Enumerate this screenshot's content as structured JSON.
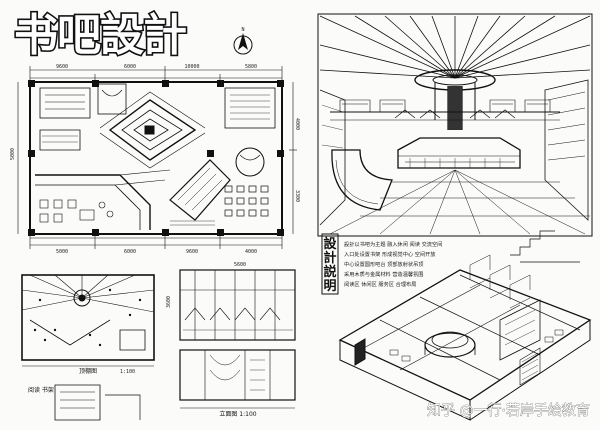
{
  "title": "书吧設計",
  "north_mark": "N",
  "floor_plan": {
    "dims_top": [
      "9600",
      "6000",
      "10000",
      "5800"
    ],
    "dims_bottom": [
      "5000",
      "6000",
      "9600",
      "4000"
    ],
    "dims_right": [
      "4000",
      "3300"
    ],
    "dims_left": [
      "5000"
    ]
  },
  "ceiling_plan": {
    "scale_label": "1:100",
    "caption": "顶棚图"
  },
  "section": {
    "dims": [
      "3600",
      "5600"
    ],
    "caption": "立面图 1:100"
  },
  "small_label": "阅读 书架",
  "design_notes": {
    "heading": "設計説明",
    "lines": [
      "設計以书吧为主题 融入休闲 阅读 交流空间",
      "入口处设置书架 形成视觉中心 空间开放",
      "中心设置圆形吧台 顶部放射状吊顶",
      "采用木质与金属材料 营造温馨氛围",
      "阅读区 休闲区 服务区 合理布局"
    ]
  },
  "watermark": "知乎 @一行·若岸手绘教育"
}
